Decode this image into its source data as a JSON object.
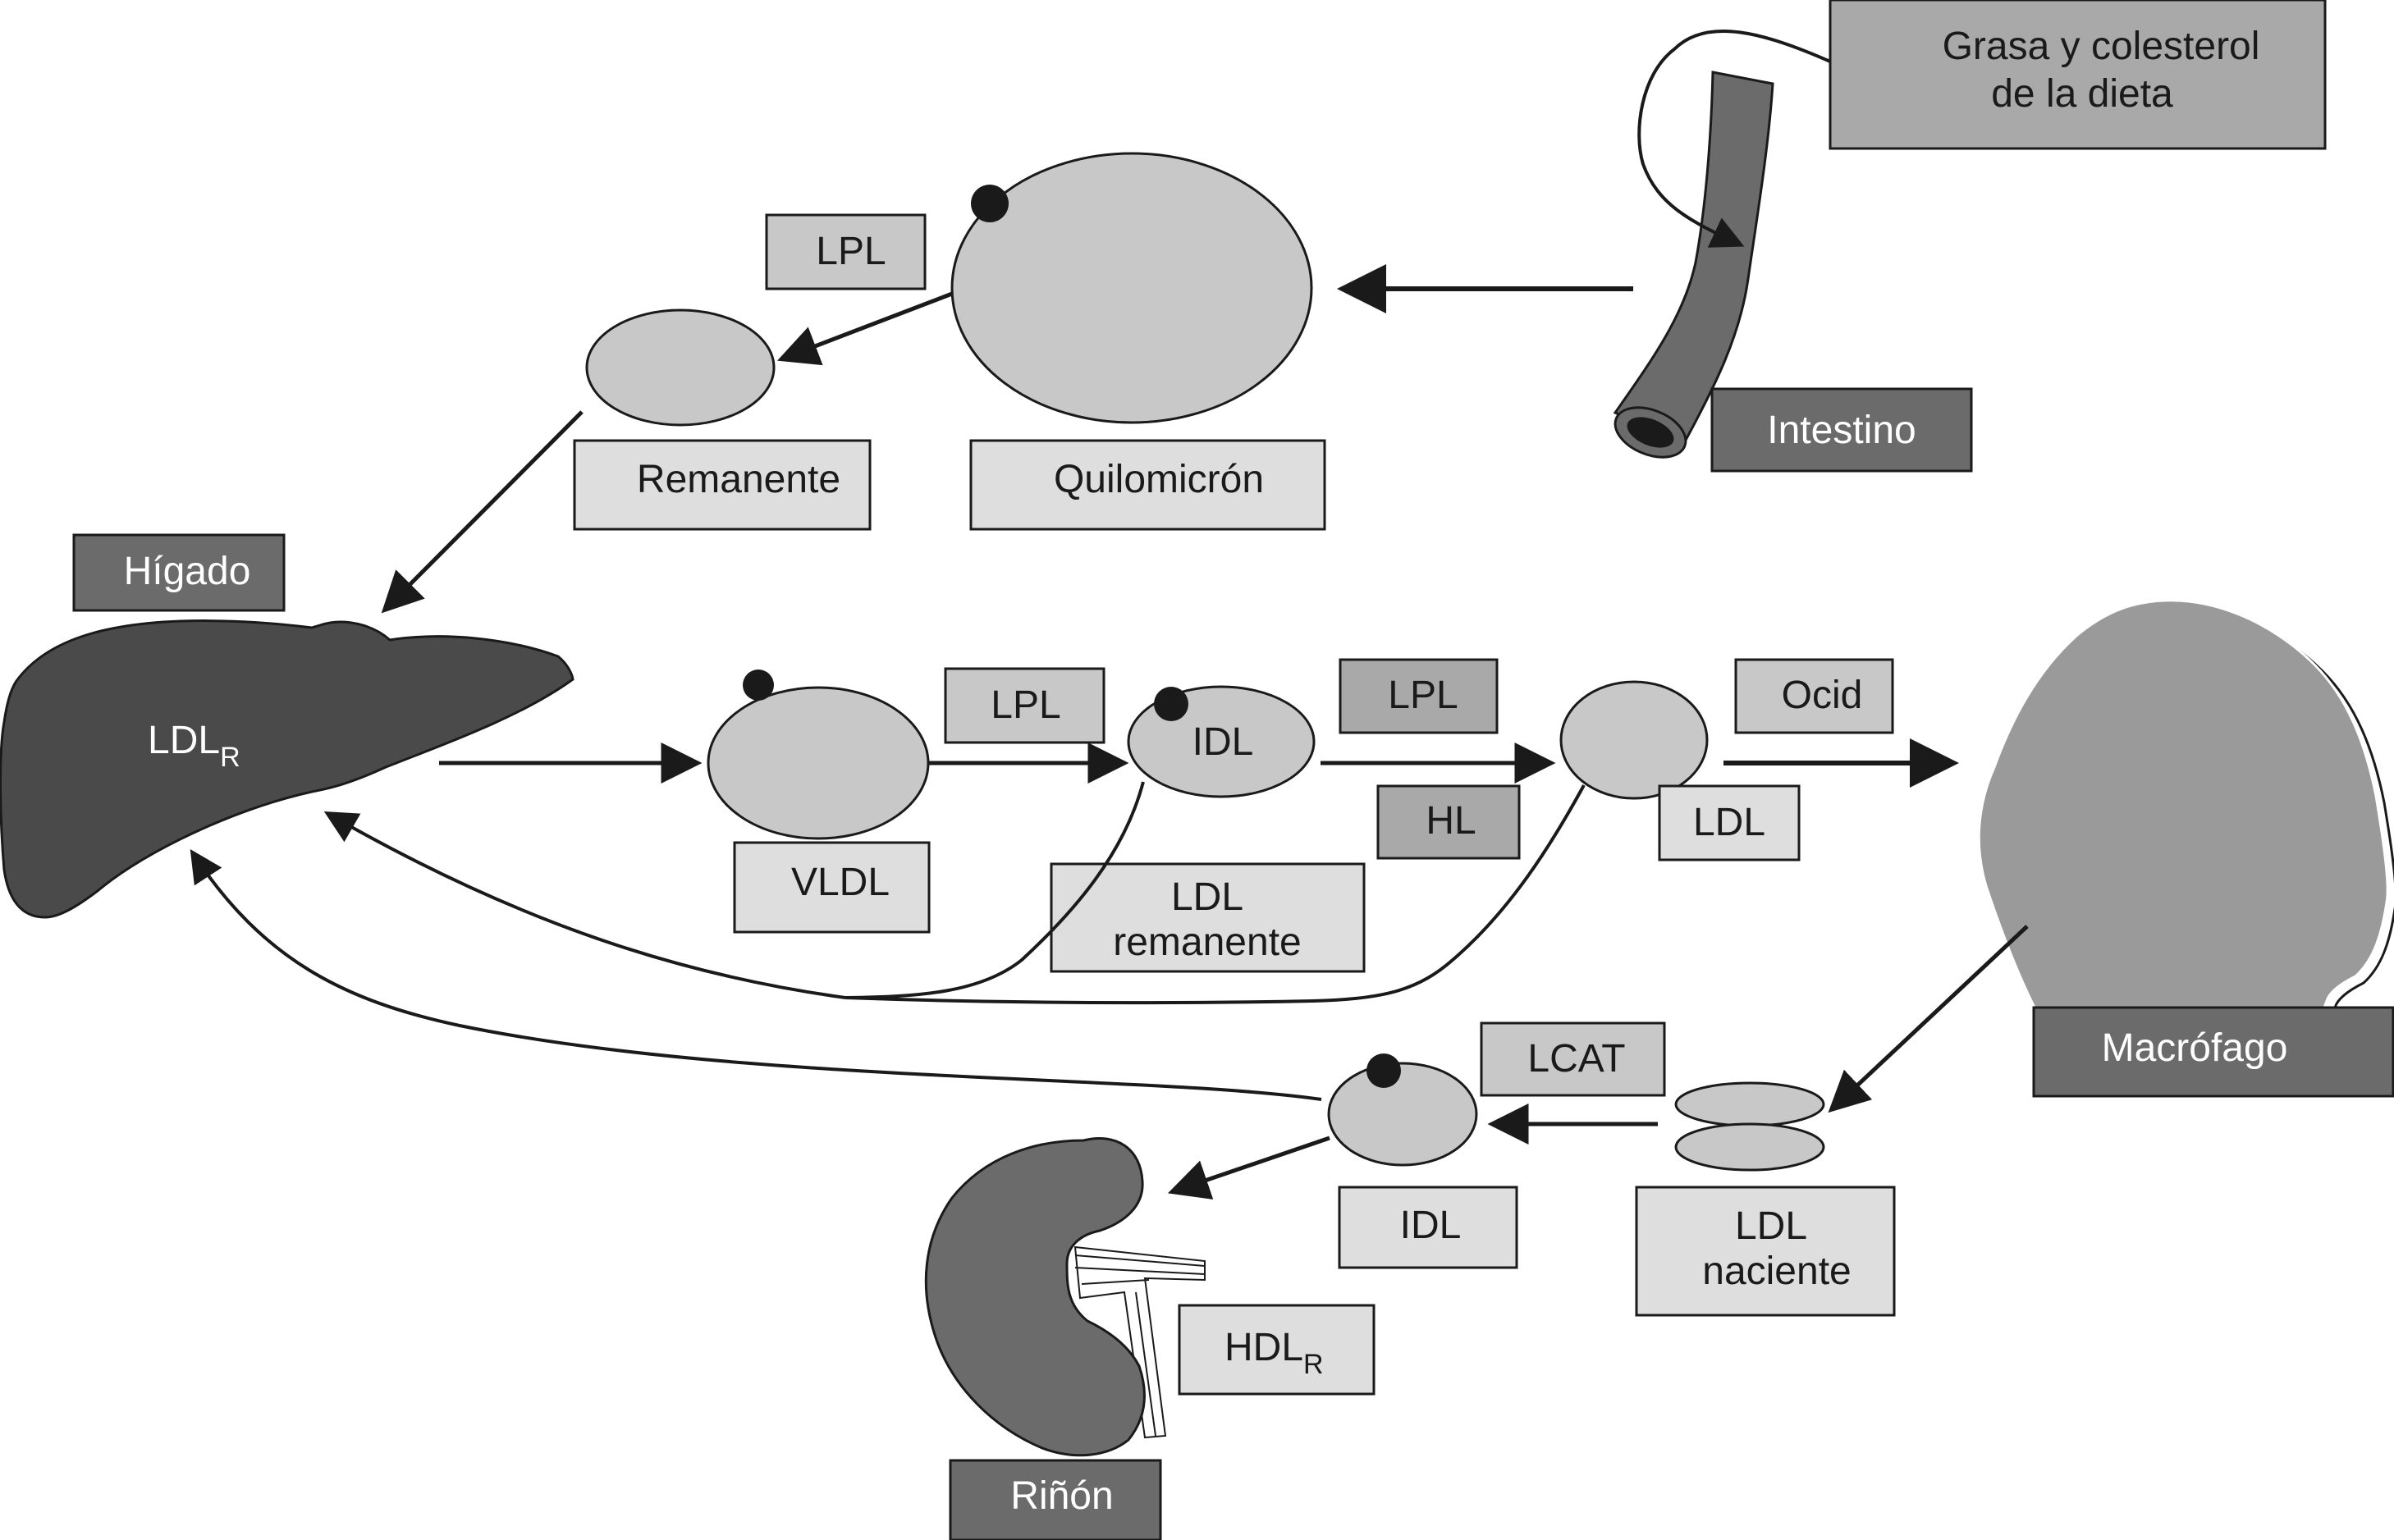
{
  "labels": {
    "grasa_line1": "Grasa y colesterol",
    "grasa_line2": "de la dieta",
    "intestino": "Intestino",
    "quilomicron": "Quilomicrón",
    "remanente": "Remanente",
    "lpl_top": "LPL",
    "higado": "Hígado",
    "ldlr_main": "LDL",
    "ldlr_sub": "R",
    "vldl": "VLDL",
    "lpl_vldl": "LPL",
    "idl_mid": "IDL",
    "lpl_idl": "LPL",
    "hl": "HL",
    "ldl_remanente_line1": "LDL",
    "ldl_remanente_line2": "remanente",
    "ldl_small": "LDL",
    "ocid": "Ocid",
    "macrofago": "Macrófago",
    "lcat": "LCAT",
    "idl_low": "IDL",
    "ldl_naciente_line1": "LDL",
    "ldl_naciente_line2": "naciente",
    "hdlr_main": "HDL",
    "hdlr_sub": "R",
    "rinon": "Riñón"
  },
  "colors": {
    "organ_dark": "#4a4a4a",
    "organ_medium": "#6b6b6b",
    "label_dark": "#6b6b6b",
    "label_medium": "#a9a9a9",
    "label_light": "#dedede",
    "particle": "#c8c8c8",
    "macrophage": "#9a9a9a",
    "stroke": "#1a1a1a"
  }
}
